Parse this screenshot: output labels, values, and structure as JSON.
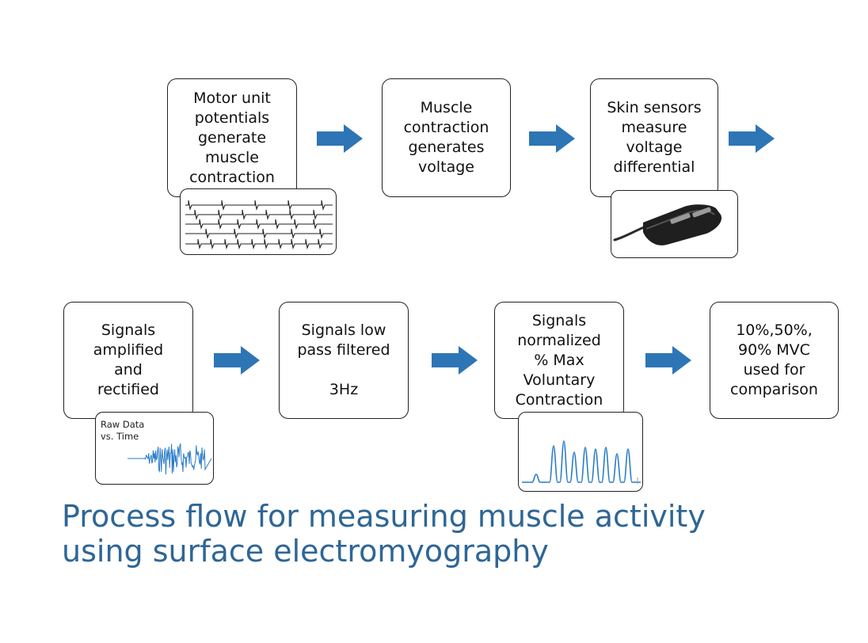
{
  "steps": [
    {
      "id": "step1",
      "text": "Motor unit\npotentials\ngenerate\nmuscle\ncontraction"
    },
    {
      "id": "step2",
      "text": "Muscle\ncontraction\ngenerates\nvoltage"
    },
    {
      "id": "step3",
      "text": "Skin sensors\nmeasure\nvoltage\ndifferential"
    },
    {
      "id": "step4",
      "text": "Signals\namplified\nand\nrectified"
    },
    {
      "id": "step5",
      "text": "Signals low\npass filtered\n\n3Hz"
    },
    {
      "id": "step6",
      "text": "Signals\nnormalized\n% Max\nVoluntary\nContraction"
    },
    {
      "id": "step7",
      "text": "10%,50%,\n90% MVC\nused for\ncomparison"
    }
  ],
  "insets": {
    "raw_data_label": "Raw Data\nvs. Time"
  },
  "caption": "Process flow for measuring muscle activity\nusing surface electromyography",
  "colors": {
    "arrow": "#2e75b6",
    "caption": "#2e6696",
    "signal": "#2a7cc7"
  }
}
